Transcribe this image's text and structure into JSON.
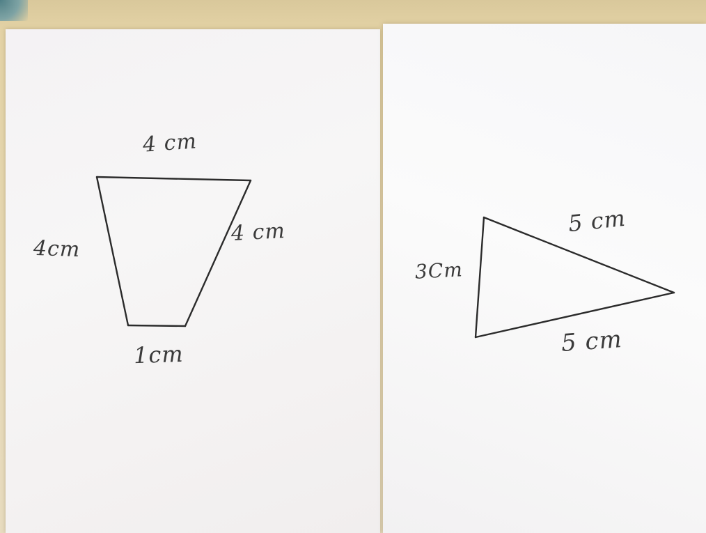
{
  "trapezoid": {
    "top_label": "4 cm",
    "left_label": "4cm",
    "right_label": "4 cm",
    "bottom_label": "1cm"
  },
  "triangle": {
    "top_label": "5 cm",
    "left_label": "3Cm",
    "bottom_label": "5 cm"
  },
  "colors": {
    "ink": "#2b2b2b",
    "paper": "#f6f5f5",
    "table": "#e4d3a6"
  }
}
